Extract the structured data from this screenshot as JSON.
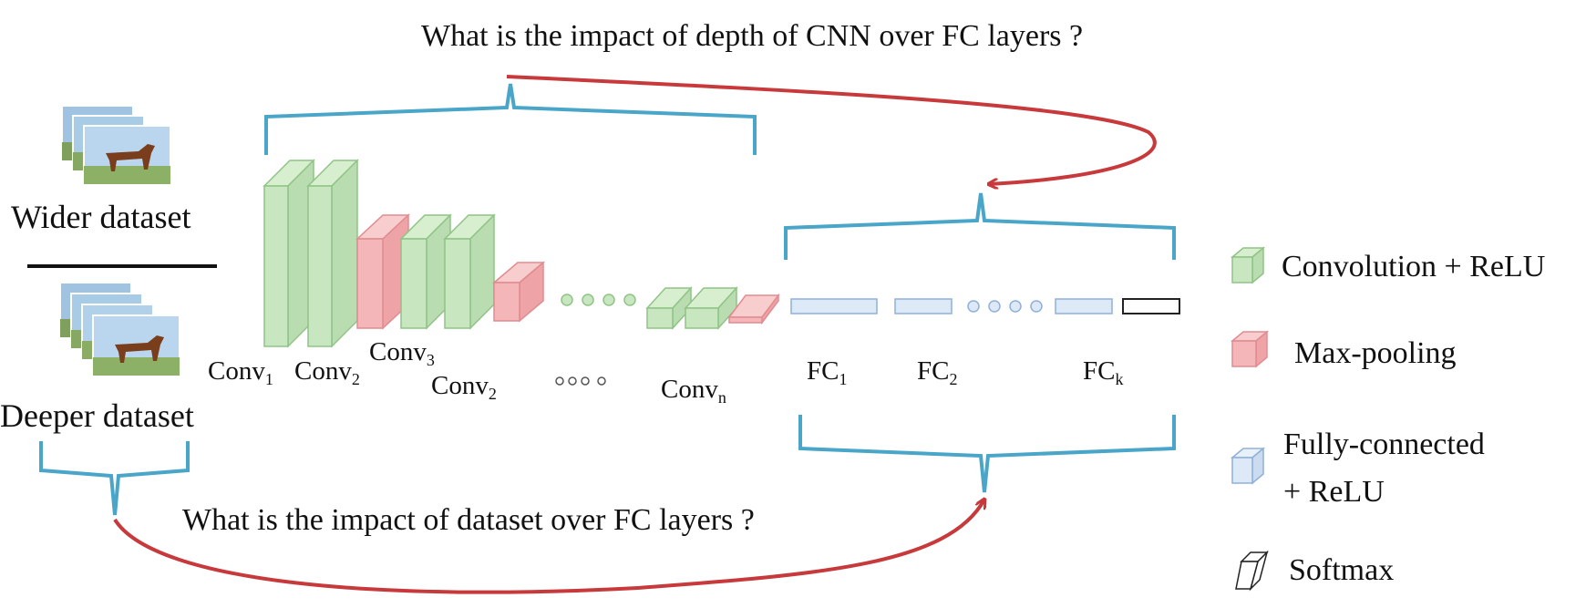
{
  "questions": {
    "top": "What is the impact of depth of CNN over FC layers ?",
    "bottom": "What is the impact of dataset over FC layers ?"
  },
  "datasets": {
    "wider": "Wider dataset",
    "deeper": "Deeper dataset"
  },
  "layers": {
    "conv1": {
      "base": "Conv",
      "sub": "1"
    },
    "conv2a": {
      "base": "Conv",
      "sub": "2"
    },
    "conv3": {
      "base": "Conv",
      "sub": "3"
    },
    "conv2b": {
      "base": "Conv",
      "sub": "2"
    },
    "convn": {
      "base": "Conv",
      "sub": "n"
    },
    "fc1": {
      "base": "FC",
      "sub": "1"
    },
    "fc2": {
      "base": "FC",
      "sub": "2"
    },
    "fck": {
      "base": "FC",
      "sub": "k"
    }
  },
  "legend": {
    "conv": "Convolution + ReLU",
    "pool": "Max-pooling",
    "fc_line1": "Fully-connected",
    "fc_line2": "+ ReLU",
    "softmax": "Softmax"
  },
  "colors": {
    "conv": "#c8e6c0",
    "pool": "#f4b6b8",
    "fc": "#dde9f7",
    "softmax": "#ffffff",
    "brace": "#4aa6c8",
    "arrow": "#c8393b"
  }
}
